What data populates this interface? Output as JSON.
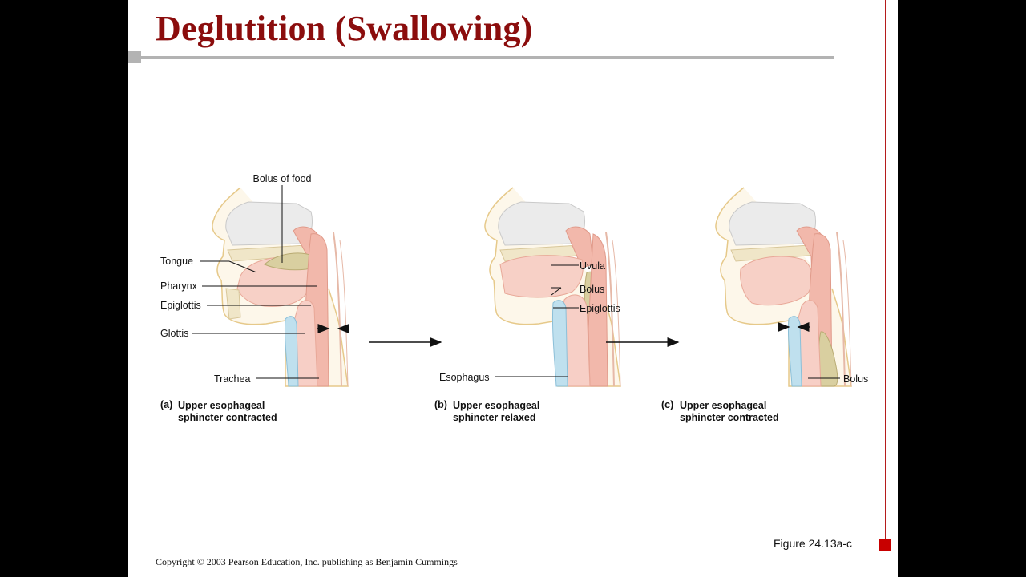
{
  "slide": {
    "title": "Deglutition (Swallowing)",
    "figure_number": "Figure 24.13a-c",
    "copyright": "Copyright © 2003 Pearson Education, Inc. publishing as Benjamin Cummings"
  },
  "panels": [
    {
      "letter": "(a)",
      "caption_line1": "Upper esophageal",
      "caption_line2": "sphincter contracted",
      "labels": {
        "bolus_of_food": "Bolus of food",
        "tongue": "Tongue",
        "pharynx": "Pharynx",
        "epiglottis": "Epiglottis",
        "glottis": "Glottis",
        "trachea": "Trachea"
      }
    },
    {
      "letter": "(b)",
      "caption_line1": "Upper esophageal",
      "caption_line2": "sphincter relaxed",
      "labels": {
        "uvula": "Uvula",
        "bolus": "Bolus",
        "epiglottis": "Epiglottis",
        "esophagus": "Esophagus"
      }
    },
    {
      "letter": "(c)",
      "caption_line1": "Upper esophageal",
      "caption_line2": "sphincter contracted",
      "labels": {
        "bolus": "Bolus"
      }
    }
  ],
  "colors": {
    "title": "#8b0d0d",
    "accent_red": "#c80000",
    "rule_gray": "#b3b3b3",
    "tissue_pink": "#f2b8ab",
    "deep_pink": "#e89a8c",
    "bone": "#f0e6c8",
    "bolus": "#d9cfa0",
    "cartilage_blue": "#bfe0ee"
  }
}
